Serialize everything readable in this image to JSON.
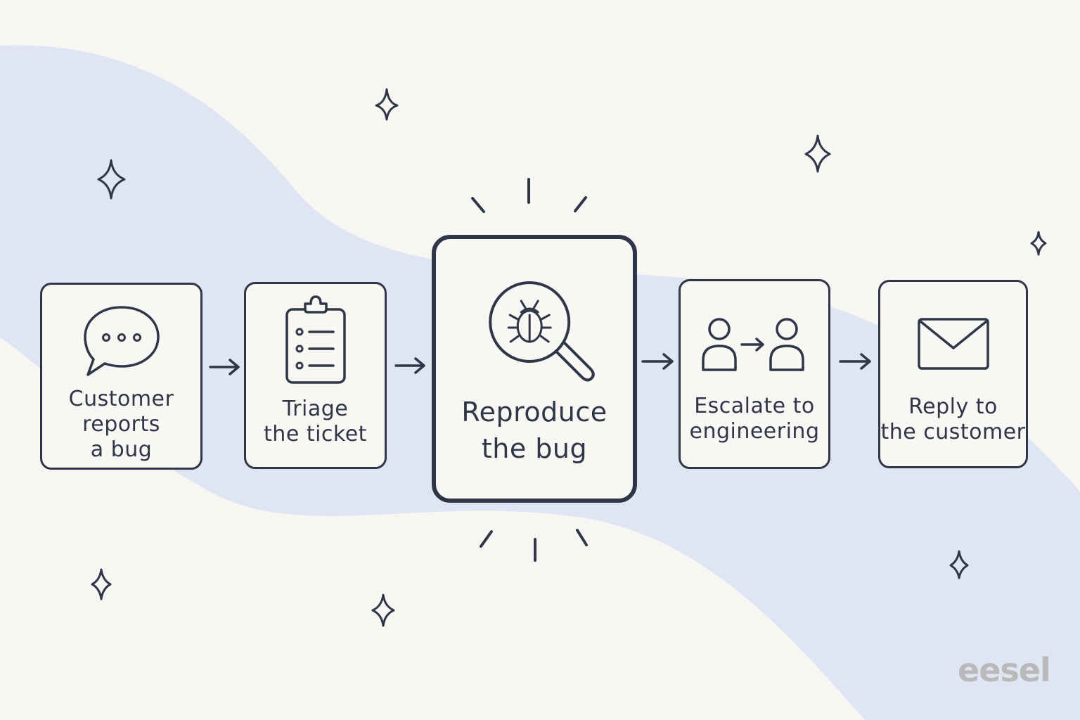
{
  "diagram": {
    "steps": [
      {
        "label": "Customer\nreports\na bug",
        "icon": "speech-bubble-icon"
      },
      {
        "label": "Triage\nthe ticket",
        "icon": "clipboard-checklist-icon"
      },
      {
        "label": "Reproduce\nthe bug",
        "icon": "magnifier-bug-icon",
        "highlighted": true
      },
      {
        "label": "Escalate to\nengineering",
        "icon": "person-handoff-icon"
      },
      {
        "label": "Reply to\nthe customer",
        "icon": "envelope-icon"
      }
    ],
    "connector_icon": "right-arrow-icon"
  },
  "watermark": "eesel",
  "colors": {
    "background": "#f8f6f2",
    "wave": "#dfe5f2",
    "ink": "#2e3648",
    "watermark": "#b9b9b9"
  }
}
